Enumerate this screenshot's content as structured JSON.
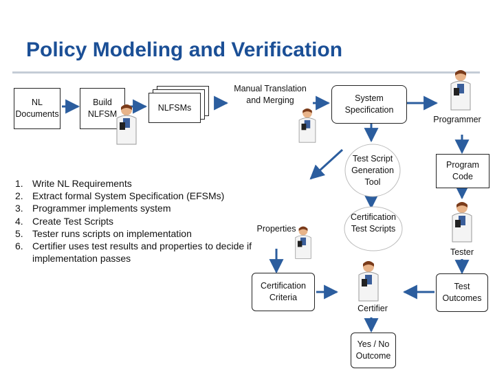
{
  "slide": {
    "title": "Policy Modeling and Verification"
  },
  "nodes": {
    "nl_documents": "NL Documents",
    "build_nlfsm": "Build NLFSM",
    "nlfsms": "NLFSMs",
    "manual_translation": "Manual Translation and Merging",
    "system_specification": "System Specification",
    "programmer": "Programmer",
    "test_script_generation": "Test Script Generation Tool",
    "program_code": "Program Code",
    "properties": "Properties",
    "certification_test_scripts": "Certification Test Scripts",
    "tester": "Tester",
    "certification_criteria": "Certification Criteria",
    "certifier": "Certifier",
    "test_outcomes": "Test Outcomes",
    "yes_no_outcome": "Yes / No Outcome"
  },
  "steps": [
    {
      "num": "1.",
      "text": "Write NL Requirements"
    },
    {
      "num": "2.",
      "text": "Extract formal System Specification (EFSMs)"
    },
    {
      "num": "3.",
      "text": "Programmer implements system"
    },
    {
      "num": "4.",
      "text": "Create Test Scripts"
    },
    {
      "num": "5.",
      "text": "Tester runs scripts on implementation"
    },
    {
      "num": "6.",
      "text": "Certifier uses test results and properties to decide if implementation passes"
    }
  ],
  "colors": {
    "title": "#1b4f96",
    "arrow": "#2b5d9e",
    "rule": "#c4ccd6"
  }
}
